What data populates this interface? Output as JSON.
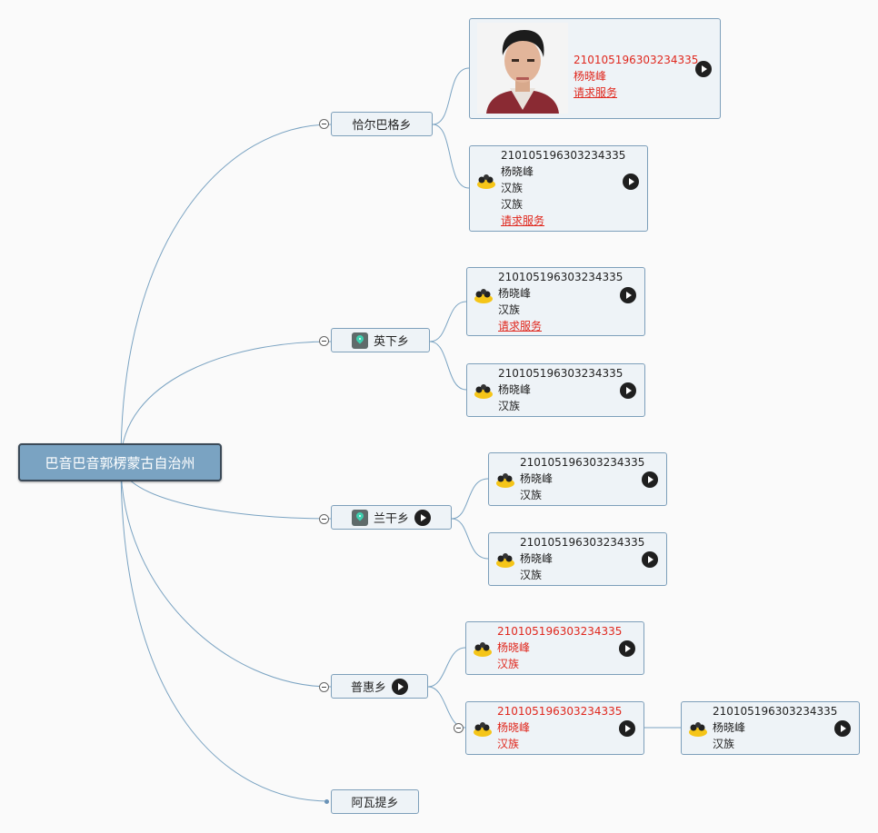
{
  "root": {
    "label": "巴音巴音郭楞蒙古自治州"
  },
  "branches": [
    {
      "label": "恰尔巴格乡"
    },
    {
      "label": "英下乡"
    },
    {
      "label": "兰干乡"
    },
    {
      "label": "普惠乡"
    },
    {
      "label": "阿瓦提乡"
    }
  ],
  "icons": {
    "map_pin": "map-pin-icon",
    "people": "people-group-icon",
    "play": "play-icon",
    "collapse": "collapse-minus-icon"
  },
  "colors": {
    "root_fill": "#7aa3c2",
    "node_fill": "#eef3f7",
    "node_border": "#7d9fba",
    "alert_text": "#e0281e"
  },
  "cards": {
    "c1": {
      "id": "210105196303234335",
      "name": "杨晓峰",
      "action": "请求服务"
    },
    "c2": {
      "id": "210105196303234335",
      "name": "杨晓峰",
      "ethnicity": "汉族",
      "ethnicity2": "汉族",
      "action": "请求服务"
    },
    "c3": {
      "id": "210105196303234335",
      "name": "杨晓峰",
      "ethnicity": "汉族",
      "action": "请求服务"
    },
    "c4": {
      "id": "210105196303234335",
      "name": "杨晓峰",
      "ethnicity": "汉族"
    },
    "c5": {
      "id": "210105196303234335",
      "name": "杨晓峰",
      "ethnicity": "汉族"
    },
    "c6": {
      "id": "210105196303234335",
      "name": "杨晓峰",
      "ethnicity": "汉族"
    },
    "c7": {
      "id": "210105196303234335",
      "name": "杨晓峰",
      "ethnicity": "汉族"
    },
    "c8": {
      "id": "210105196303234335",
      "name": "杨晓峰",
      "ethnicity": "汉族"
    },
    "c9": {
      "id": "210105196303234335",
      "name": "杨晓峰",
      "ethnicity": "汉族"
    }
  }
}
